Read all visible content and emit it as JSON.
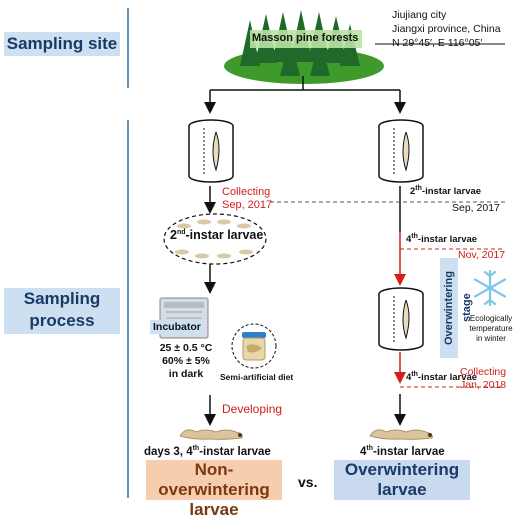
{
  "side_labels": {
    "sampling_site": "Sampling site",
    "sampling_process_line1": "Sampling",
    "sampling_process_line2": "process"
  },
  "site": {
    "forest_label": "Masson pine forests",
    "city": "Jiujiang city",
    "province": "Jiangxi province, China",
    "coords": "N 29°45′, E 116°05′"
  },
  "left_branch": {
    "collecting_line1": "Collecting",
    "collecting_line2": "Sep, 2017",
    "larvae_stage_num": "2",
    "larvae_stage_sup": "nd",
    "larvae_stage_rest": "-instar larvae",
    "incubator": "Incubator",
    "temp": "25 ± 0.5 °C",
    "humidity": "60% ± 5%",
    "dark": "in dark",
    "diet": "Semi-artificial diet",
    "developing": "Developing",
    "result_prefix": "days 3, 4",
    "result_sup": "th",
    "result_suffix": "-instar larvae",
    "group_line1": "Non-overwintering",
    "group_line2": "larvae"
  },
  "right_branch": {
    "stage2_num": "2",
    "stage2_sup": "th",
    "stage2_rest": "-instar larvae",
    "stage2_date": "Sep, 2017",
    "stage4_num": "4",
    "stage4_sup": "th",
    "stage4_rest": "-instar larvae",
    "stage4_date": "Nov, 2017",
    "overwintering_stage": "Overwintering stage",
    "eco_line1": "Ecologically",
    "eco_line2": "temperature",
    "eco_line3": "in winter",
    "collect_num": "4",
    "collect_sup": "th",
    "collect_rest": "-instar larvae",
    "collecting_line1": "Collecting",
    "collecting_line2": "Jan, 2018",
    "result_num": "4",
    "result_sup": "th",
    "result_rest": "-instar larvae",
    "group_line1": "Overwintering",
    "group_line2": "larvae"
  },
  "vs": "vs.",
  "colors": {
    "label_bg": "#cde0f2",
    "label_text": "#1a3a66",
    "red": "#d0201a",
    "non_over_bg": "#f7cdb0",
    "non_over_text": "#7a3a10",
    "over_bg": "#c9d9ef",
    "over_text": "#1a3a66",
    "forest_green": "#3f9a2c",
    "accent_line": "#2f6fb0"
  }
}
